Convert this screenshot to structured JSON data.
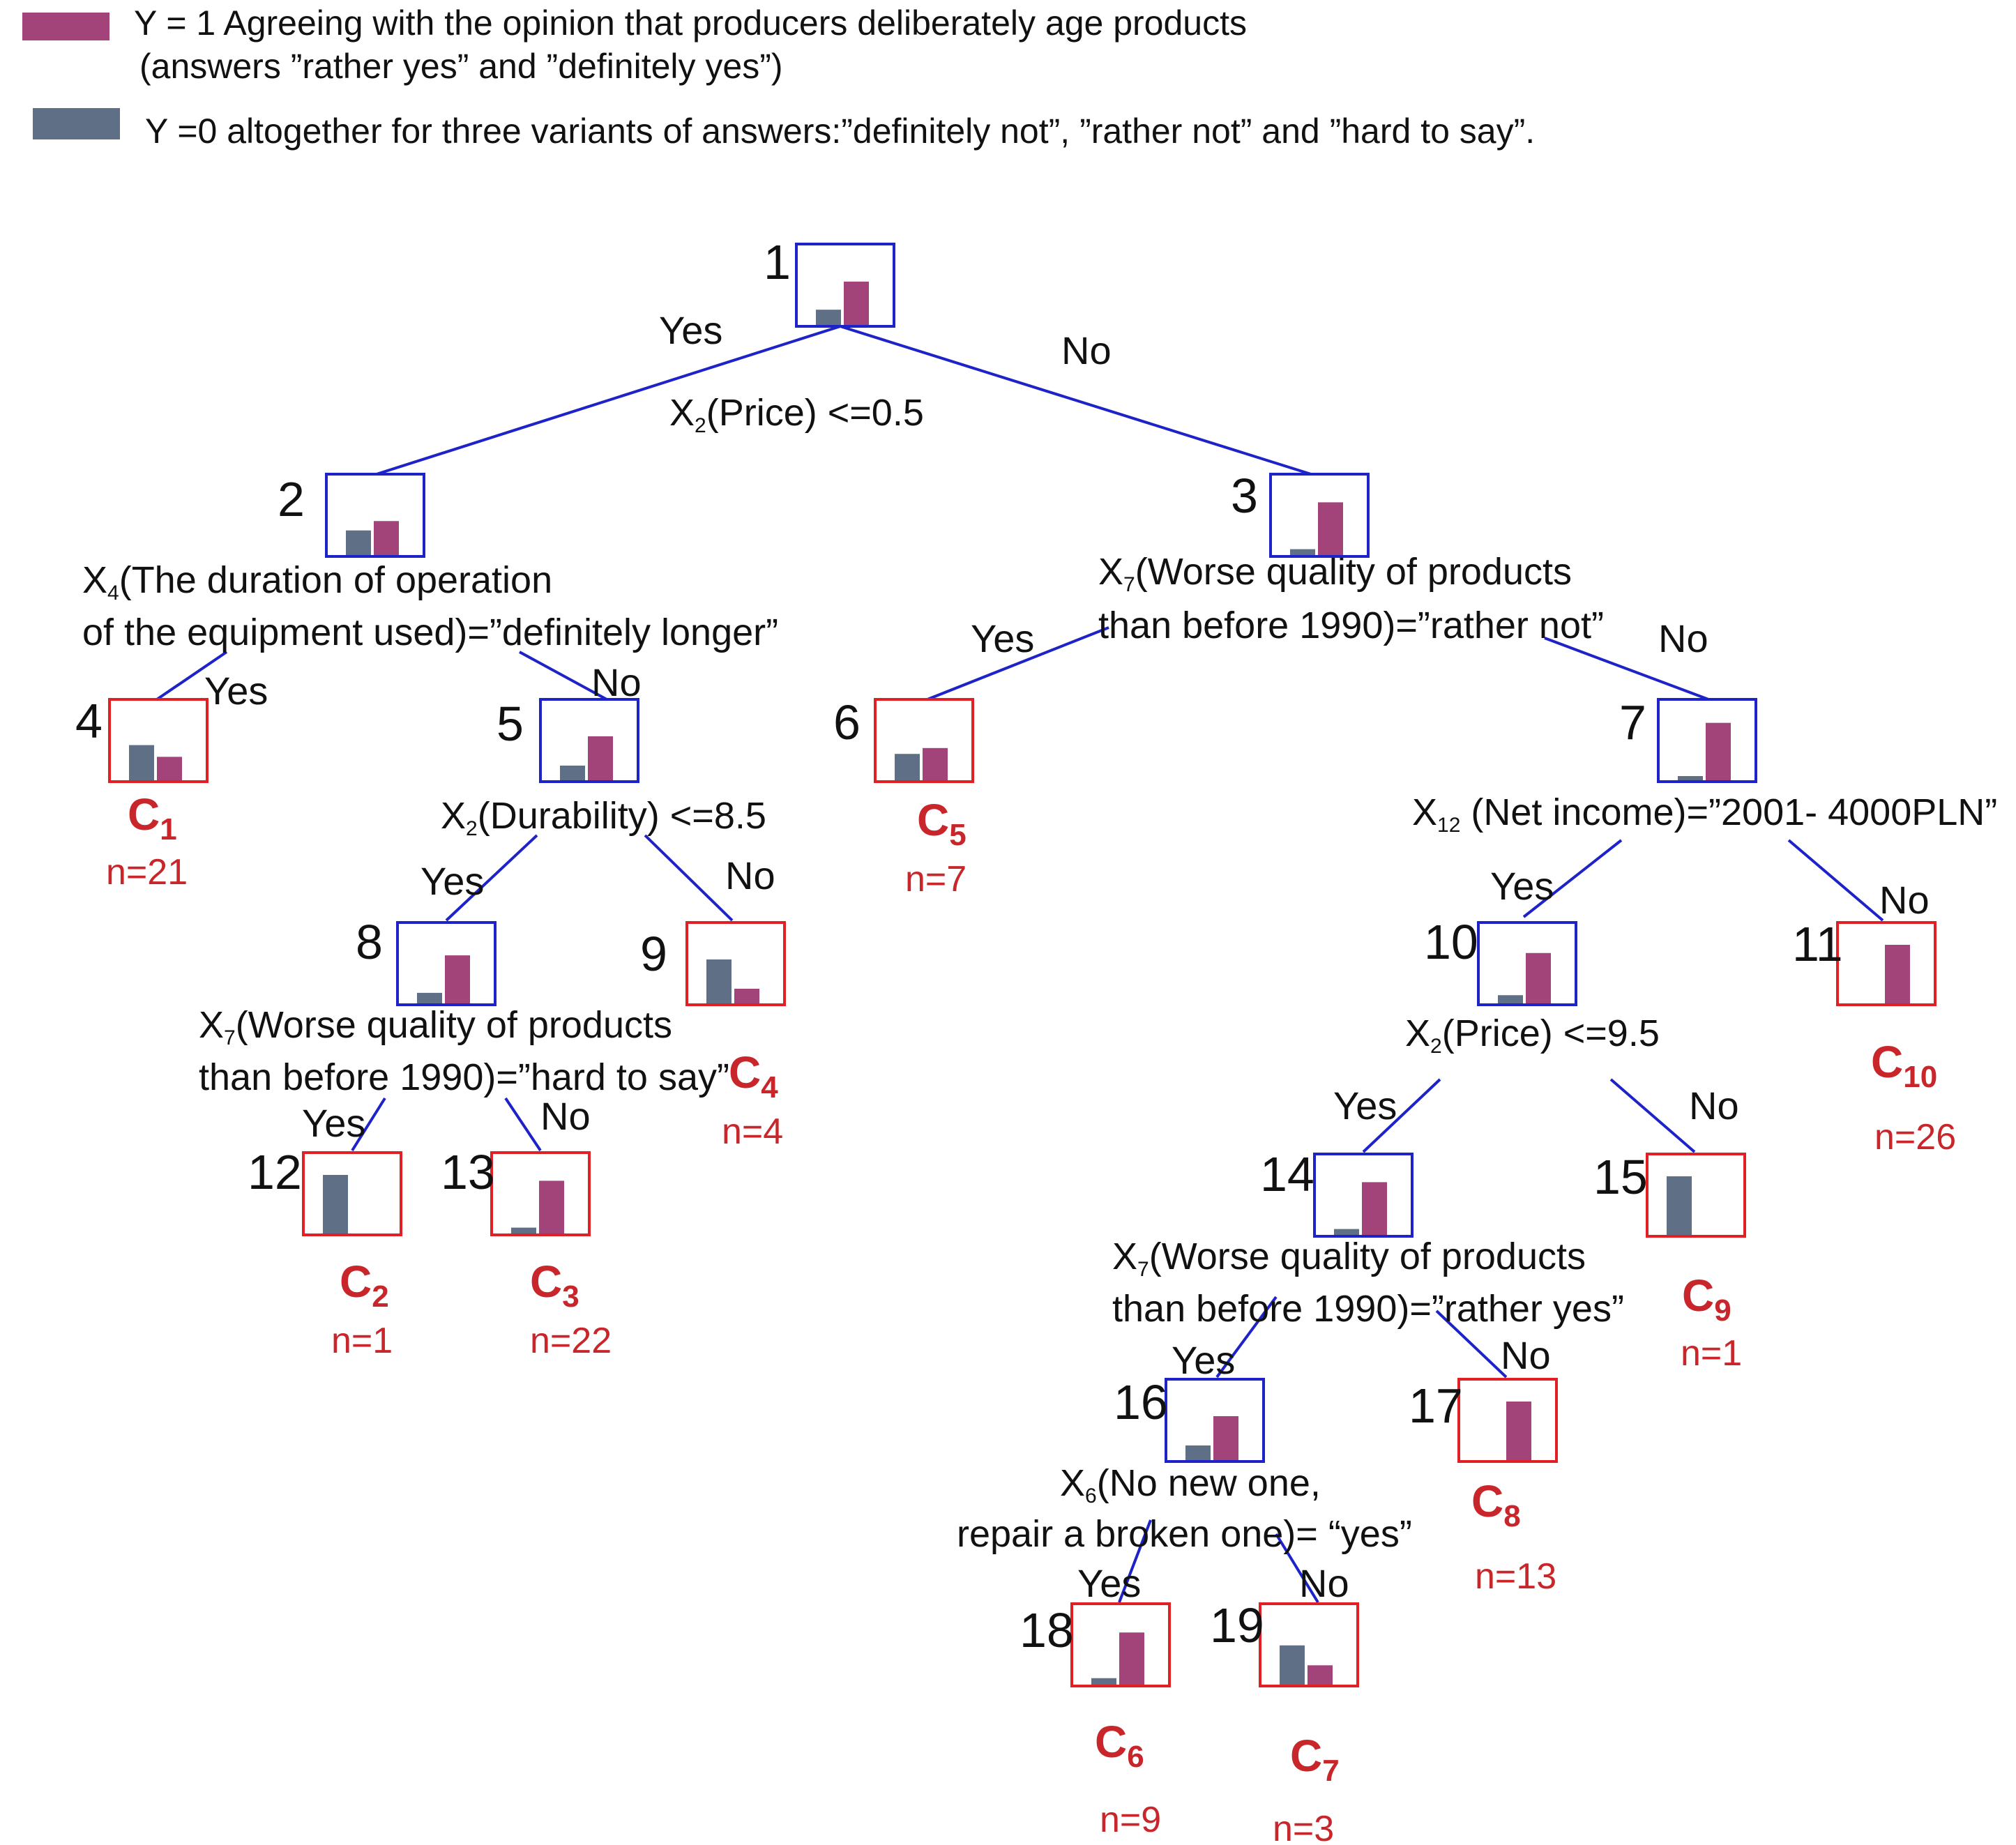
{
  "colors": {
    "y1": "#a2437a",
    "y0": "#5f6f85",
    "split_box": "#1d23c8",
    "leaf_box": "#e02025",
    "edge": "#1d23c8",
    "leaf_text": "#c8262a"
  },
  "legend": {
    "y1_line1": "Y = 1 Agreeing with the opinion that producers deliberately age products",
    "y1_line2": "(answers ”rather yes” and ”definitely yes”)",
    "y0_line1": "Y =0 altogether for three variants of answers:”definitely not”, ”rather not” and  ”hard to say”."
  },
  "branch_labels": {
    "yes": "Yes",
    "no": "No"
  },
  "nodes": [
    {
      "id": "1",
      "type": "split",
      "y0": 0.26,
      "y1": 0.74
    },
    {
      "id": "2",
      "type": "split",
      "y0": 0.42,
      "y1": 0.58
    },
    {
      "id": "3",
      "type": "split",
      "y0": 0.1,
      "y1": 0.9
    },
    {
      "id": "4",
      "type": "leaf",
      "y0": 0.6,
      "y1": 0.4,
      "class_letter": "C",
      "class_sub": "1",
      "n": "n=21"
    },
    {
      "id": "5",
      "type": "split",
      "y0": 0.25,
      "y1": 0.75
    },
    {
      "id": "6",
      "type": "leaf",
      "y0": 0.45,
      "y1": 0.55,
      "class_letter": "C",
      "class_sub": "5",
      "n": "n=7"
    },
    {
      "id": "7",
      "type": "split",
      "y0": 0.02,
      "y1": 0.98
    },
    {
      "id": "8",
      "type": "split",
      "y0": 0.18,
      "y1": 0.82
    },
    {
      "id": "9",
      "type": "leaf",
      "y0": 0.75,
      "y1": 0.25,
      "class_letter": "C",
      "class_sub": "4",
      "n": "n=4"
    },
    {
      "id": "10",
      "type": "split",
      "y0": 0.14,
      "y1": 0.86
    },
    {
      "id": "11",
      "type": "leaf",
      "y0": 0.0,
      "y1": 1.0,
      "class_letter": "C",
      "class_sub": "10",
      "n": "n=26"
    },
    {
      "id": "12",
      "type": "leaf",
      "y0": 1.0,
      "y1": 0.0,
      "class_letter": "C",
      "class_sub": "2",
      "n": "n=1"
    },
    {
      "id": "13",
      "type": "leaf",
      "y0": 0.1,
      "y1": 0.9,
      "class_letter": "C",
      "class_sub": "3",
      "n": "n=22"
    },
    {
      "id": "14",
      "type": "split",
      "y0": 0.1,
      "y1": 0.9
    },
    {
      "id": "15",
      "type": "leaf",
      "y0": 1.0,
      "y1": 0.0,
      "class_letter": "C",
      "class_sub": "9",
      "n": "n=1"
    },
    {
      "id": "16",
      "type": "split",
      "y0": 0.25,
      "y1": 0.75
    },
    {
      "id": "17",
      "type": "leaf",
      "y0": 0.0,
      "y1": 1.0,
      "class_letter": "C",
      "class_sub": "8",
      "n": "n=13"
    },
    {
      "id": "18",
      "type": "leaf",
      "y0": 0.11,
      "y1": 0.89,
      "class_letter": "C",
      "class_sub": "6",
      "n": "n=9"
    },
    {
      "id": "19",
      "type": "leaf",
      "y0": 0.67,
      "y1": 0.33,
      "class_letter": "C",
      "class_sub": "7",
      "n": "n=3"
    }
  ],
  "conditions": {
    "c1": {
      "var": "X",
      "sub": "2",
      "rest": "(Price) <=0.5"
    },
    "c2": {
      "var": "X",
      "sub": "4",
      "rest": "(The duration of operation",
      "line2": "of the equipment used)=”definitely longer”"
    },
    "c3": {
      "var": "X",
      "sub": "7",
      "rest": "(Worse quality of products",
      "line2": "than before 1990)=”rather not”"
    },
    "c5": {
      "var": "X",
      "sub": "2",
      "rest": "(Durability) <=8.5"
    },
    "c7": {
      "var": "X",
      "sub": "12",
      "rest": " (Net income)=”2001- 4000PLN”"
    },
    "c8": {
      "var": "X",
      "sub": "7",
      "rest": "(Worse quality of products",
      "line2": "than before 1990)=”hard to say”"
    },
    "c10": {
      "var": "X",
      "sub": "2",
      "rest": "(Price) <=9.5"
    },
    "c14": {
      "var": "X",
      "sub": "7",
      "rest": "(Worse quality of products",
      "line2": "than before 1990)=”rather yes”"
    },
    "c16": {
      "var": "X",
      "sub": "6",
      "rest": "(No new one,",
      "line2": "repair a broken one)= “yes”"
    }
  }
}
